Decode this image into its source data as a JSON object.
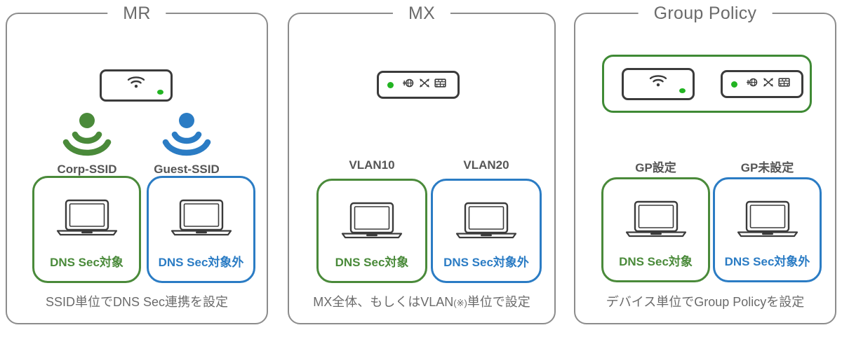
{
  "diagram": {
    "title_colors": {
      "panel_border": "#8c8c8c",
      "panel_title_text": "#6b6b6b",
      "green": "#4a8a3a",
      "blue": "#2b7cc4",
      "device_outline": "#3b3b3b",
      "led_green": "#22b422",
      "label_gray": "#555555"
    },
    "panels": [
      {
        "id": "mr",
        "title": "MR",
        "caption": "SSID単位でDNS Sec連携を設定",
        "caption_note": "",
        "devices": [
          {
            "type": "access-point",
            "icon": "wifi-icon",
            "led": "green"
          }
        ],
        "sources": [
          {
            "label": "Corp-SSID",
            "icon": "ssid-broadcast-icon",
            "color": "#4a8a3a"
          },
          {
            "label": "Guest-SSID",
            "icon": "ssid-broadcast-icon",
            "color": "#2b7cc4"
          }
        ],
        "clients": [
          {
            "group_label": "",
            "text": "DNS Sec対象",
            "color": "#4a8a3a",
            "icon": "laptop-icon"
          },
          {
            "group_label": "",
            "text": "DNS Sec対象外",
            "color": "#2b7cc4",
            "icon": "laptop-icon"
          }
        ]
      },
      {
        "id": "mx",
        "title": "MX",
        "caption_before": "MX全体、もしくはVLAN",
        "caption_note": "(※)",
        "caption_after": "単位で設定",
        "devices": [
          {
            "type": "security-appliance",
            "icons": [
              "vpn-globe-icon",
              "routing-arrows-icon",
              "firewall-brick-icon"
            ],
            "led": "green"
          }
        ],
        "clients": [
          {
            "group_label": "VLAN10",
            "text": "DNS Sec対象",
            "color": "#4a8a3a",
            "icon": "laptop-icon"
          },
          {
            "group_label": "VLAN20",
            "text": "DNS Sec対象外",
            "color": "#2b7cc4",
            "icon": "laptop-icon"
          }
        ]
      },
      {
        "id": "group-policy",
        "title": "Group Policy",
        "caption": "デバイス単位でGroup Policyを設定",
        "devices": [
          {
            "type": "access-point",
            "icon": "wifi-icon",
            "led": "green"
          },
          {
            "type": "security-appliance",
            "icons": [
              "vpn-globe-icon",
              "routing-arrows-icon",
              "firewall-brick-icon"
            ],
            "led": "green"
          }
        ],
        "device_group_color": "#3f8a35",
        "clients": [
          {
            "group_label": "GP設定",
            "text": "DNS Sec対象",
            "color": "#4a8a3a",
            "icon": "laptop-icon"
          },
          {
            "group_label": "GP未設定",
            "text": "DNS Sec対象外",
            "color": "#2b7cc4",
            "icon": "laptop-icon"
          }
        ]
      }
    ]
  }
}
